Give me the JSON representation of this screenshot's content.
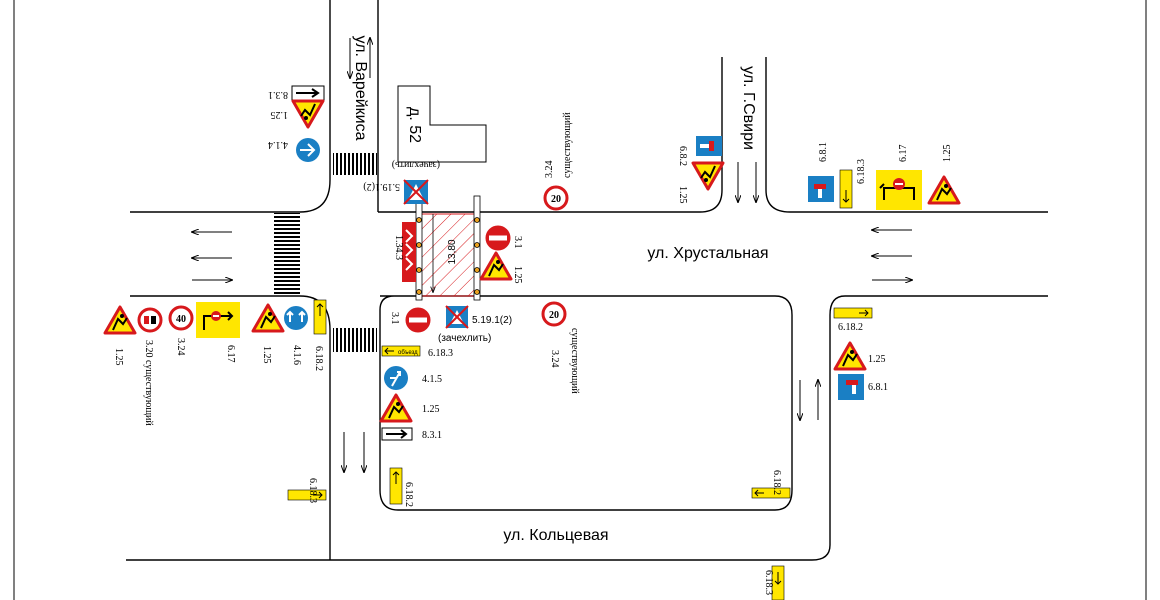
{
  "streets": {
    "vareikisa": "ул. Варейкиса",
    "gsviri": "ул. Г.Свири",
    "khrustalnaya": "ул. Хрустальная",
    "koltsevaya": "ул. Кольцевая"
  },
  "building": {
    "label": "д. 52"
  },
  "work_zone": {
    "width": "13,80"
  },
  "text": {
    "zachehlit": "(зачехлить)",
    "sushchestvuyushchiy": "существующий",
    "detour": "объезд"
  },
  "signs": {
    "s_1_25": "1.25",
    "s_8_3_1": "8.3.1",
    "s_4_1_4": "4.1.4",
    "s_5_19_1_2": "5.19.1(2)",
    "s_3_24": "3.24",
    "s_6_8_2": "6.8.2",
    "s_6_8_1": "6.8.1",
    "s_6_18_3": "6.18.3",
    "s_6_17": "6.17",
    "s_1_34_3": "1.34.3",
    "s_3_1": "3.1",
    "s_3_20": "3.20 существующий",
    "s_4_1_6": "4.1.6",
    "s_6_18_2": "6.18.2",
    "s_4_1_5": "4.1.5",
    "speed_20": "20",
    "speed_40": "40"
  },
  "colors": {
    "sign_red": "#d7191c",
    "sign_yellow": "#ffe600",
    "sign_blue": "#1a7fc4",
    "hatch_red": "#d7191c"
  }
}
